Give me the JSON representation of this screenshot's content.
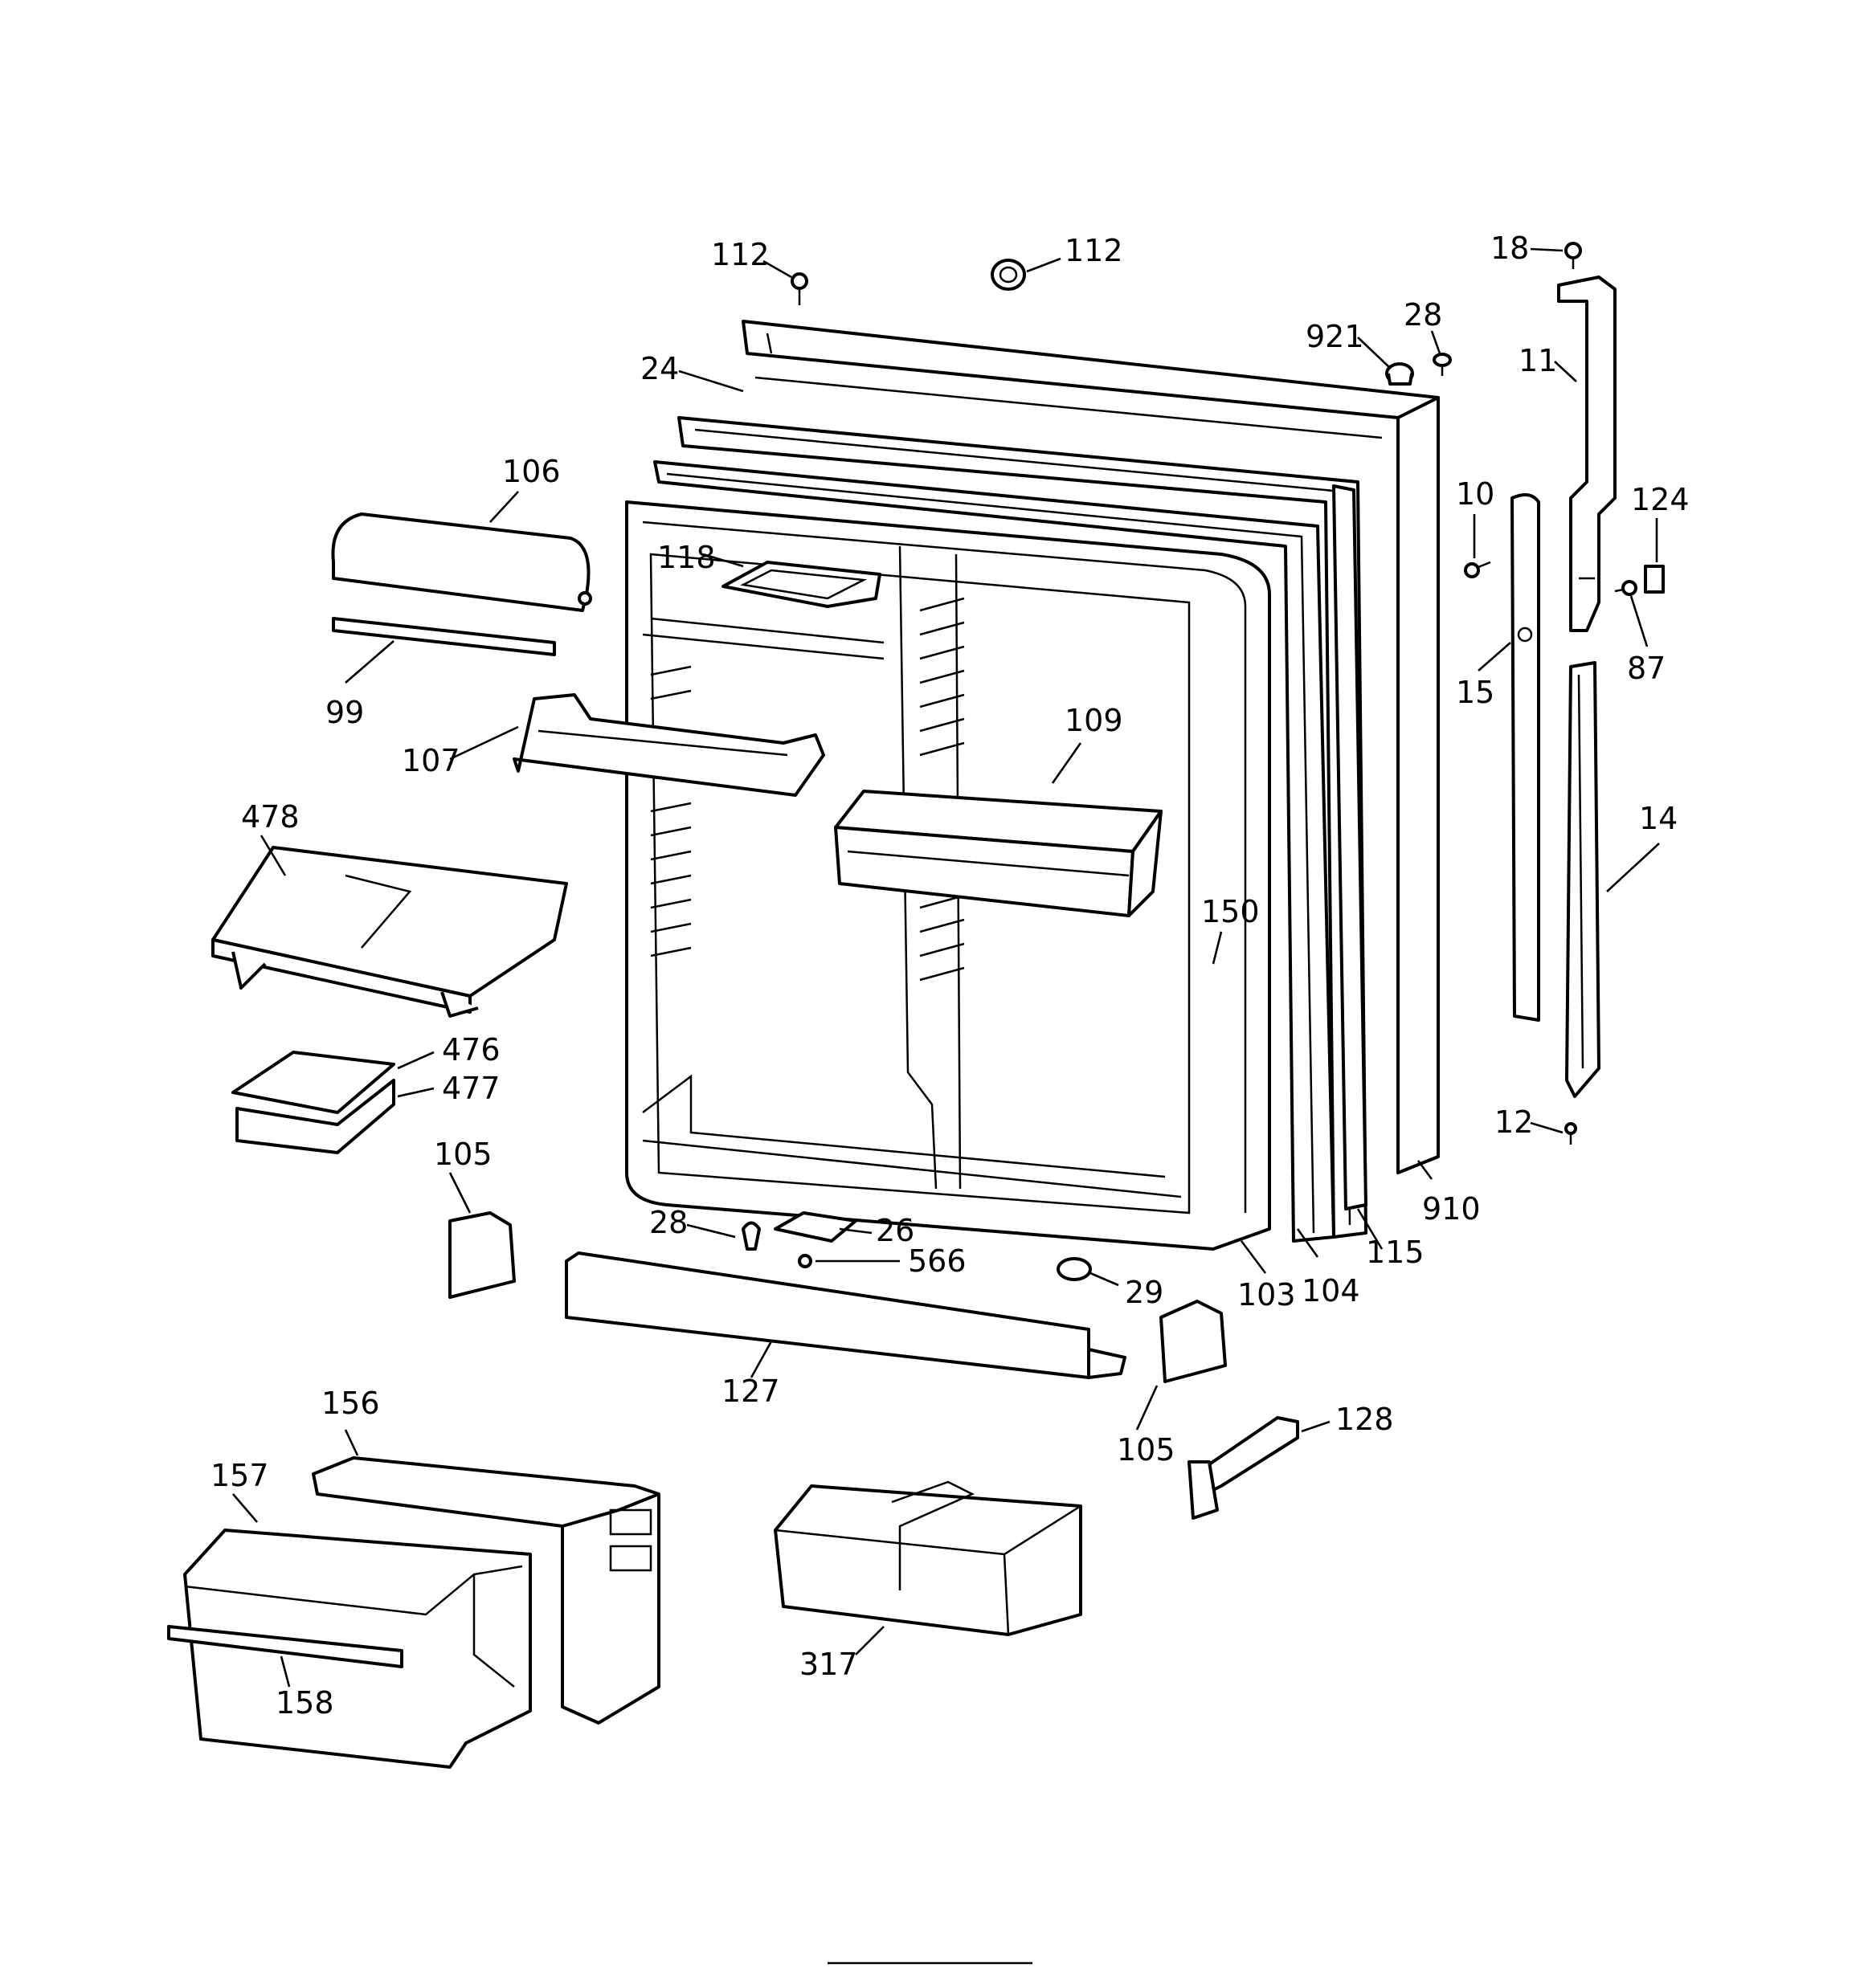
{
  "callouts": [
    {
      "id": "c112a",
      "text": "112"
    },
    {
      "id": "c112b",
      "text": "112"
    },
    {
      "id": "c18",
      "text": "18"
    },
    {
      "id": "c28a",
      "text": "28"
    },
    {
      "id": "c921",
      "text": "921"
    },
    {
      "id": "c24",
      "text": "24"
    },
    {
      "id": "c11",
      "text": "11"
    },
    {
      "id": "c106",
      "text": "106"
    },
    {
      "id": "c10",
      "text": "10"
    },
    {
      "id": "c124",
      "text": "124"
    },
    {
      "id": "c118",
      "text": "118"
    },
    {
      "id": "c99",
      "text": "99"
    },
    {
      "id": "c15",
      "text": "15"
    },
    {
      "id": "c87",
      "text": "87"
    },
    {
      "id": "c109",
      "text": "109"
    },
    {
      "id": "c107",
      "text": "107"
    },
    {
      "id": "c478",
      "text": "478"
    },
    {
      "id": "c14",
      "text": "14"
    },
    {
      "id": "c150",
      "text": "150"
    },
    {
      "id": "c476",
      "text": "476"
    },
    {
      "id": "c477",
      "text": "477"
    },
    {
      "id": "c12",
      "text": "12"
    },
    {
      "id": "c105a",
      "text": "105"
    },
    {
      "id": "c910",
      "text": "910"
    },
    {
      "id": "c28b",
      "text": "28"
    },
    {
      "id": "c26",
      "text": "26"
    },
    {
      "id": "c115",
      "text": "115"
    },
    {
      "id": "c566",
      "text": "566"
    },
    {
      "id": "c104",
      "text": "104"
    },
    {
      "id": "c29",
      "text": "29"
    },
    {
      "id": "c103",
      "text": "103"
    },
    {
      "id": "c127",
      "text": "127"
    },
    {
      "id": "c105b",
      "text": "105"
    },
    {
      "id": "c128",
      "text": "128"
    },
    {
      "id": "c156",
      "text": "156"
    },
    {
      "id": "c157",
      "text": "157"
    },
    {
      "id": "c158",
      "text": "158"
    },
    {
      "id": "c317",
      "text": "317"
    }
  ]
}
